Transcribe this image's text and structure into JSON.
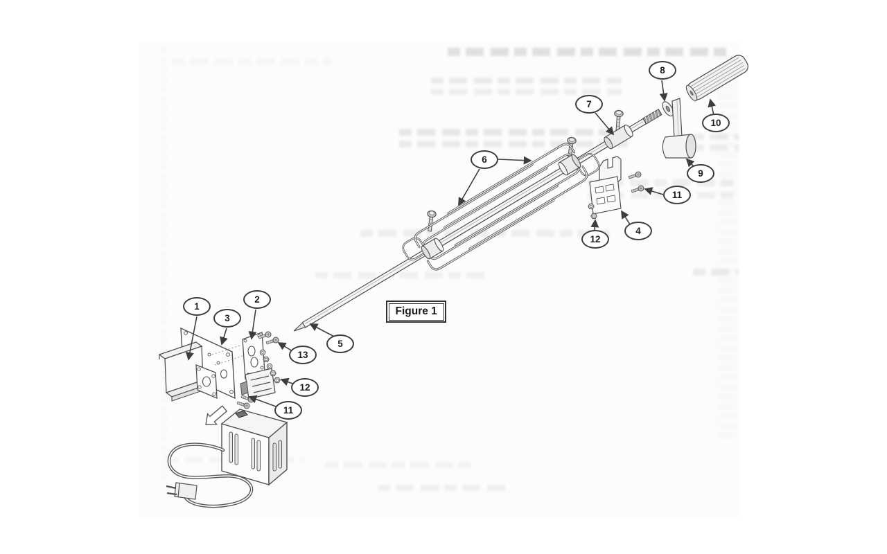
{
  "figure": {
    "label": "Figure 1"
  },
  "callouts": {
    "c1": "1",
    "c2": "2",
    "c3": "3",
    "c4": "4",
    "c5": "5",
    "c6": "6",
    "c7": "7",
    "c8": "8",
    "c9": "9",
    "c10": "10",
    "c11_right": "11",
    "c11_left": "11",
    "c12_right": "12",
    "c12_left": "12",
    "c13": "13"
  },
  "colors": {
    "line": "#4f4f4f",
    "ink": "#2f2f2f",
    "paper": "#fcfcfb"
  }
}
